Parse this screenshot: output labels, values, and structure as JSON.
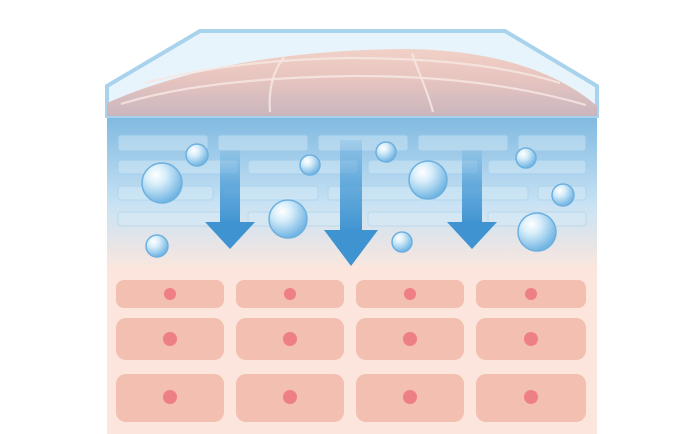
{
  "diagram": {
    "subject": "skin-layer-moisture-penetration",
    "colors": {
      "film_outline": "#a9d3ec",
      "film_fill": "#e7f4fb",
      "surface_top": "#e9c7bf",
      "surface_shadow": "#b9a0a6",
      "cornified_blue": "#79b8e0",
      "cornified_light": "#d7ecf8",
      "cell_fill": "#f2bfb0",
      "cell_bg": "#fbe5dc",
      "nucleus": "#ef7f86",
      "arrow": "#4a9bd6",
      "droplet": "#7fbfe8"
    },
    "icons": {
      "arrow": "down-arrow-icon",
      "droplet": "water-droplet-icon",
      "nucleus": "cell-nucleus-icon"
    },
    "counts": {
      "cell_rows": 3,
      "cell_columns": 4,
      "arrows": 3
    }
  }
}
